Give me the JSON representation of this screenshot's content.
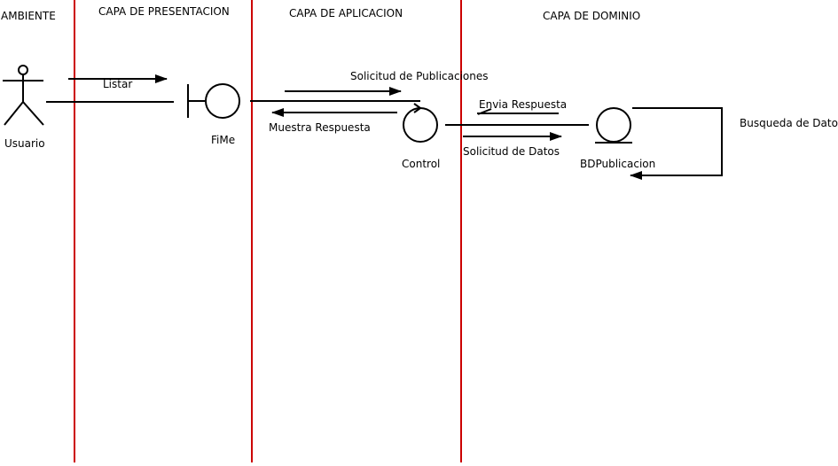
{
  "colors": {
    "lane_divider": "#cc0000",
    "stroke": "#000000",
    "background": "#ffffff"
  },
  "lanes": {
    "ambiente": "AMBIENTE",
    "presentacion": "CAPA DE PRESENTACION",
    "aplicacion": "CAPA DE APLICACION",
    "dominio": "CAPA DE DOMINIO"
  },
  "elements": {
    "actor": {
      "label": "Usuario",
      "icon": "actor-icon"
    },
    "boundary": {
      "label": "FiMe",
      "icon": "boundary-icon"
    },
    "control": {
      "label": "Control",
      "icon": "control-icon"
    },
    "entity": {
      "label": "BDPublicacion",
      "icon": "entity-icon"
    }
  },
  "messages": {
    "listar": "Listar",
    "solicitud_publicaciones": "Solicitud de Publicaciones",
    "muestra_respuesta": "Muestra Respuesta",
    "envia_respuesta": "Envia Respuesta",
    "solicitud_datos": "Solicitud de Datos",
    "busqueda_datos": "Busqueda de Datos"
  }
}
